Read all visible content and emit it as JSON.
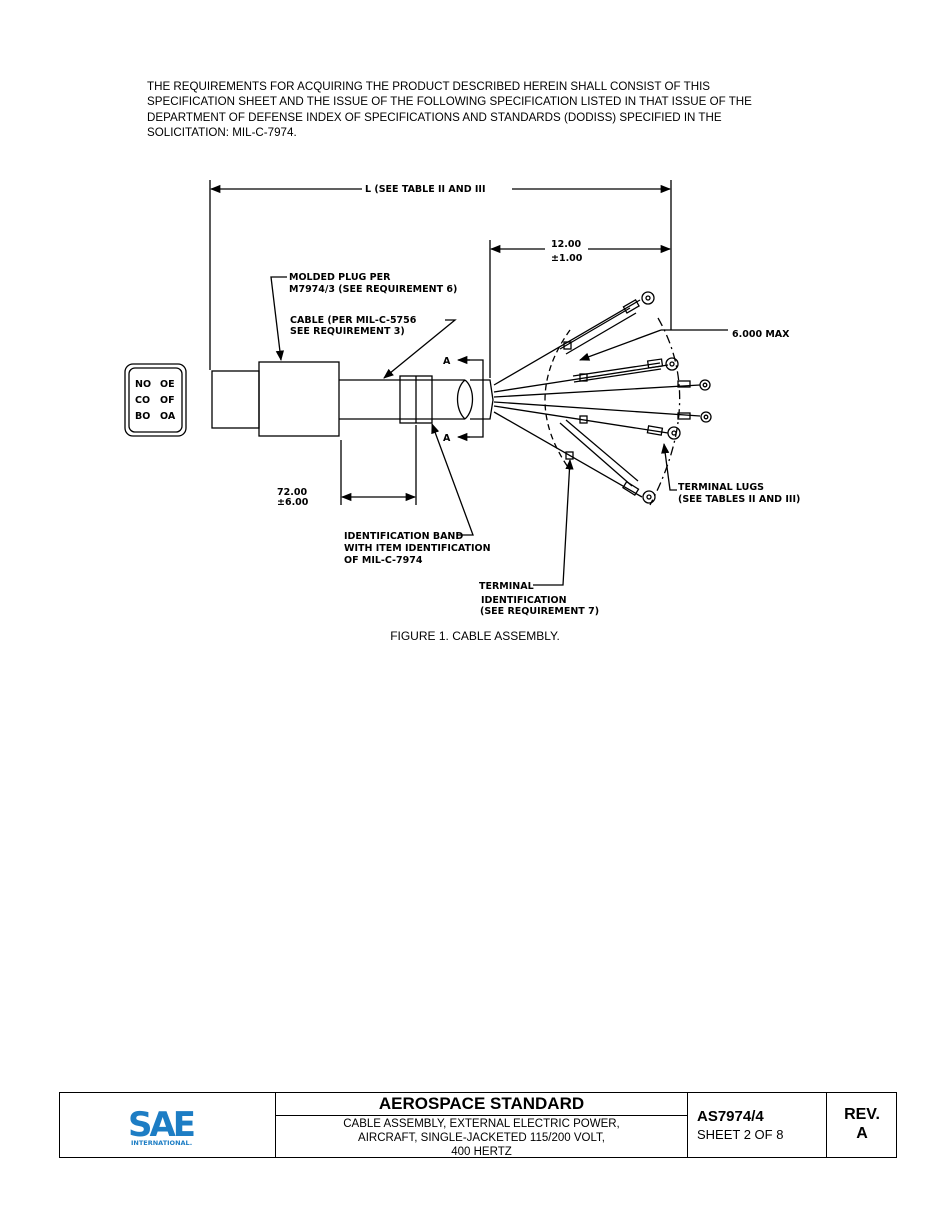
{
  "intro": {
    "text": "THE REQUIREMENTS FOR ACQUIRING THE PRODUCT DESCRIBED HEREIN SHALL CONSIST OF THIS\nSPECIFICATION SHEET AND THE ISSUE OF THE FOLLOWING SPECIFICATION LISTED IN THAT ISSUE OF THE\nDEPARTMENT OF DEFENSE INDEX OF SPECIFICATIONS AND STANDARDS (DODISS) SPECIFIED IN THE\nSOLICITATION:  MIL-C-7974."
  },
  "figure": {
    "dim_length": "L (SEE TABLE II AND III",
    "dim_lead_1": "12.00",
    "dim_lead_2": "±1.00",
    "max_label": "6.000 MAX",
    "plug_label_1": "MOLDED PLUG PER",
    "plug_label_2": "M7974/3 (SEE REQUIREMENT 6)",
    "cable_label_1": "CABLE (PER MIL-C-5756",
    "cable_label_2": "SEE REQUIREMENT 3)",
    "section_a_top": "A",
    "section_a_bottom": "A",
    "dim_band_1": "72.00",
    "dim_band_2": "±6.00",
    "band_label_1": "IDENTIFICATION BAND",
    "band_label_2": "WITH ITEM IDENTIFICATION",
    "band_label_3": "OF MIL-C-7974",
    "terminal_label_1": "TERMINAL",
    "terminal_label_2": "IDENTIFICATION",
    "terminal_label_3": "(SEE REQUIREMENT 7)",
    "lugs_label_1": "TERMINAL LUGS",
    "lugs_label_2": "(SEE TABLES II AND III)",
    "pins": [
      "NO",
      "OE",
      "CO",
      "OF",
      "BO",
      "OA"
    ]
  },
  "caption": "FIGURE 1.  CABLE ASSEMBLY.",
  "footer": {
    "logo_text": "SAE",
    "logo_sub": "INTERNATIONAL.",
    "standard_name": "AEROSPACE STANDARD",
    "description": "CABLE ASSEMBLY, EXTERNAL ELECTRIC POWER,\nAIRCRAFT, SINGLE-JACKETED 115/200 VOLT,\n400 HERTZ",
    "doc_number": "AS7974/4",
    "sheet": "SHEET 2 OF 8",
    "rev_label": "REV.",
    "rev_value": "A"
  },
  "colors": {
    "logo_blue": "#1d7dc4"
  }
}
